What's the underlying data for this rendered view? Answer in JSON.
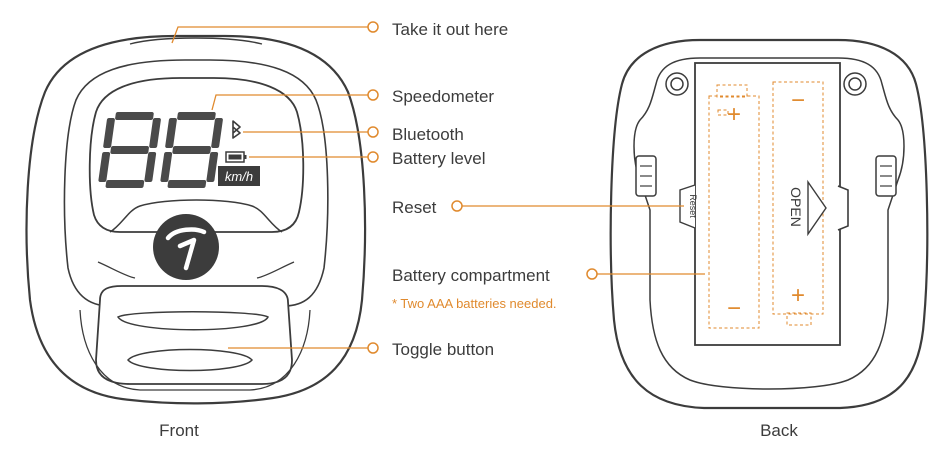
{
  "labels": {
    "take_out": "Take it out here",
    "speedometer": "Speedometer",
    "bluetooth": "Bluetooth",
    "battery_level": "Battery level",
    "reset": "Reset",
    "battery_compartment": "Battery compartment",
    "battery_note": "* Two AAA batteries needed.",
    "toggle_button": "Toggle button"
  },
  "device_text": {
    "speed_unit": "km/h",
    "reset_button": "Reset",
    "open_label": "OPEN",
    "plus": "+",
    "minus": "−"
  },
  "captions": {
    "front": "Front",
    "back": "Back"
  },
  "colors": {
    "accent": "#e08a2e",
    "outline": "#3c3c3c",
    "text": "#3c3c3c"
  }
}
